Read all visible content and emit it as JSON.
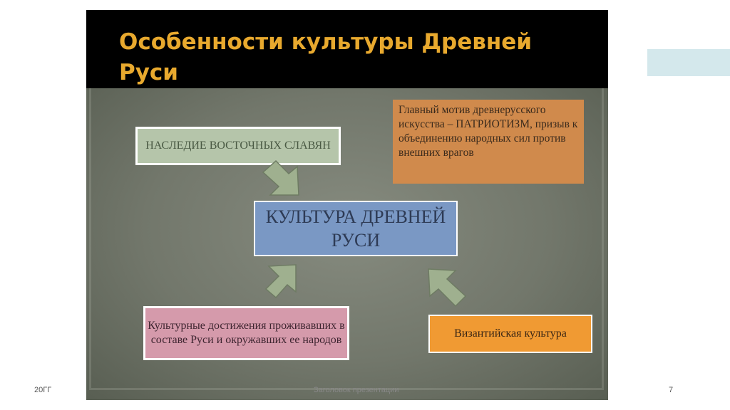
{
  "slide": {
    "title": "Особенности культуры Древней Руси",
    "boxes": {
      "heritage": "НАСЛЕДИЕ ВОСТОЧНЫХ СЛАВЯН",
      "motive": "Главный мотив древнерусского искусства – ПАТРИОТИЗМ, призыв к объединению народных сил против внешних врагов",
      "center": "КУЛЬТУРА ДРЕВНЕЙ РУСИ",
      "achievements": "Культурные достижения проживавших в составе Руси и окружавших ее народов",
      "byzantine": "Византийская культура"
    }
  },
  "footer": {
    "left": "20ГГ",
    "center": "Заголовок презентации",
    "page_number": "7"
  },
  "colors": {
    "title": "#e8a92e",
    "heritage_box": "#b5c5aa",
    "motive_box": "#d08a4c",
    "center_box": "#7a98c4",
    "achievements_box": "#d59aab",
    "byzantine_box": "#f09a33",
    "arrow": "#9fb08f",
    "decor_rect": "#d4e8ec"
  }
}
